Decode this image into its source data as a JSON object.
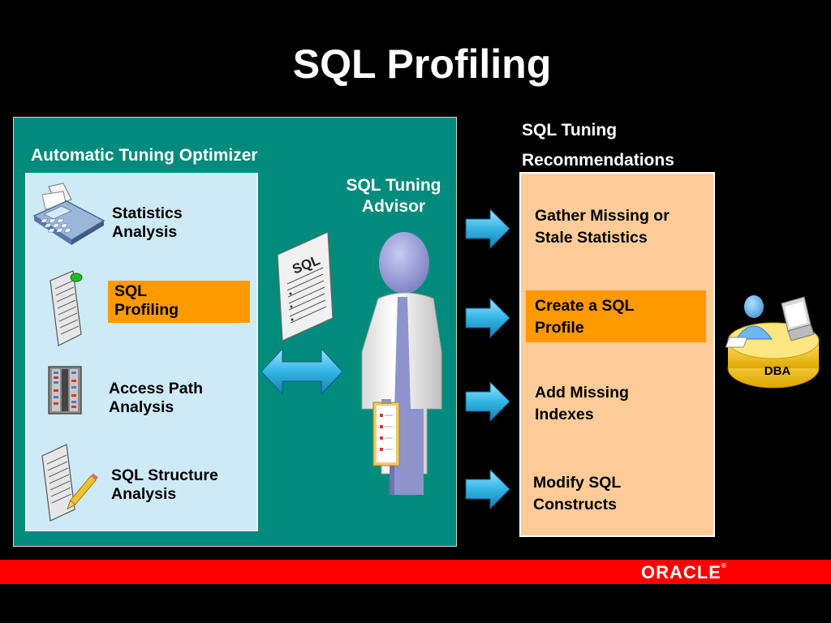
{
  "title": "SQL Profiling",
  "optimizer": {
    "title": "Automatic Tuning Optimizer",
    "items": [
      {
        "label_line1": "Statistics",
        "label_line2": "Analysis",
        "icon": "calculator-icon",
        "highlighted": false
      },
      {
        "label_line1": "SQL",
        "label_line2": "Profiling",
        "icon": "document-icon",
        "highlighted": true
      },
      {
        "label_line1": "Access Path",
        "label_line2": "Analysis",
        "icon": "index-cabinet-icon",
        "highlighted": false
      },
      {
        "label_line1": "SQL Structure",
        "label_line2": "Analysis",
        "icon": "pencil-document-icon",
        "highlighted": false
      }
    ]
  },
  "advisor": {
    "label_line1": "SQL Tuning",
    "label_line2": "Advisor",
    "doc_text": "SQL"
  },
  "recommendations": {
    "header_line1": "SQL Tuning",
    "header_line2": "Recommendations",
    "items": [
      {
        "line1": "Gather Missing or",
        "line2": "Stale Statistics",
        "highlighted": false
      },
      {
        "line1": "Create a SQL",
        "line2": "Profile",
        "highlighted": true
      },
      {
        "line1": "Add Missing",
        "line2": "Indexes",
        "highlighted": false
      },
      {
        "line1": "Modify SQL",
        "line2": "Constructs",
        "highlighted": false
      }
    ]
  },
  "dba": {
    "label": "DBA"
  },
  "footer": {
    "brand": "ORACLE"
  },
  "colors": {
    "background": "#000000",
    "teal": "#008B7D",
    "light_blue": "#CEEAF6",
    "peach": "#FFCC99",
    "orange": "#FF9900",
    "footer_red": "#FF0000",
    "arrow_blue": "#33B5E5"
  }
}
